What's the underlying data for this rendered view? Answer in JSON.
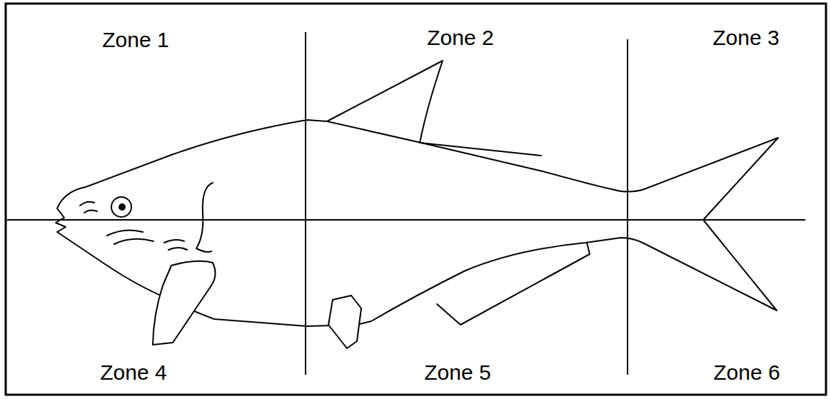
{
  "diagram": {
    "labels": [
      "Zone 1",
      "Zone 2",
      "Zone 3",
      "Zone 4",
      "Zone 5",
      "Zone 6"
    ]
  }
}
